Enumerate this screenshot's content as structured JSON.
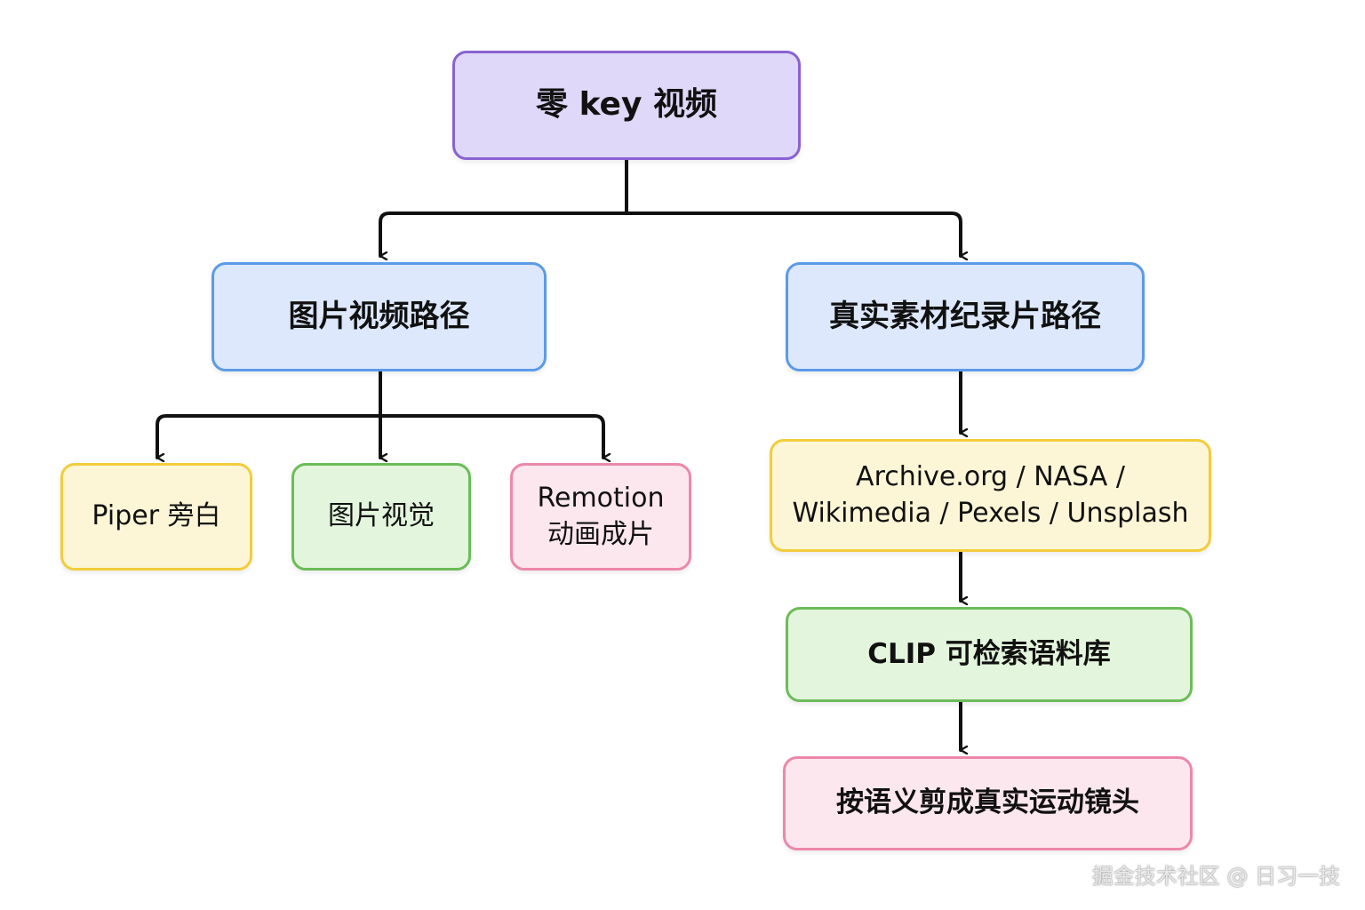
{
  "nodes": {
    "root": {
      "label": "零 key 视频",
      "fill": "#e0d8f8",
      "stroke": "#8a62d2"
    },
    "image_path": {
      "label": "图片视频路径",
      "fill": "#dde8fd",
      "stroke": "#5b9be8"
    },
    "real_path": {
      "label": "真实素材纪录片路径",
      "fill": "#dde8fd",
      "stroke": "#5b9be8"
    },
    "piper": {
      "label": "Piper 旁白",
      "fill": "#fdf6d6",
      "stroke": "#f2cd3c"
    },
    "visual": {
      "label": "图片视觉",
      "fill": "#e3f5dc",
      "stroke": "#6cbc59"
    },
    "remotion": {
      "label": "Remotion\n动画成片",
      "fill": "#fde7ee",
      "stroke": "#ec88a9"
    },
    "sources": {
      "label": "Archive.org / NASA /\nWikimedia / Pexels / Unsplash",
      "fill": "#fdf6d6",
      "stroke": "#f2cd3c"
    },
    "clip": {
      "label": "CLIP 可检索语料库",
      "fill": "#e3f5dc",
      "stroke": "#6cbc59"
    },
    "cut": {
      "label": "按语义剪成真实运动镜头",
      "fill": "#fde7ee",
      "stroke": "#ec88a9"
    }
  },
  "edges": [
    {
      "from": "root",
      "to": "image_path"
    },
    {
      "from": "root",
      "to": "real_path"
    },
    {
      "from": "image_path",
      "to": "piper"
    },
    {
      "from": "image_path",
      "to": "visual"
    },
    {
      "from": "image_path",
      "to": "remotion"
    },
    {
      "from": "real_path",
      "to": "sources"
    },
    {
      "from": "sources",
      "to": "clip"
    },
    {
      "from": "clip",
      "to": "cut"
    }
  ],
  "watermark": "掘金技术社区 @ 日习一技"
}
